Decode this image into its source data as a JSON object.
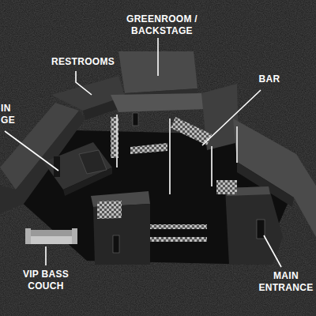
{
  "diagram": {
    "labels": [
      "GREENROOM / BACKSTAGE",
      "RESTROOMS",
      "BAR",
      "IN GE",
      "VIP BASS COUCH",
      "MAIN ENTRANCE"
    ]
  }
}
